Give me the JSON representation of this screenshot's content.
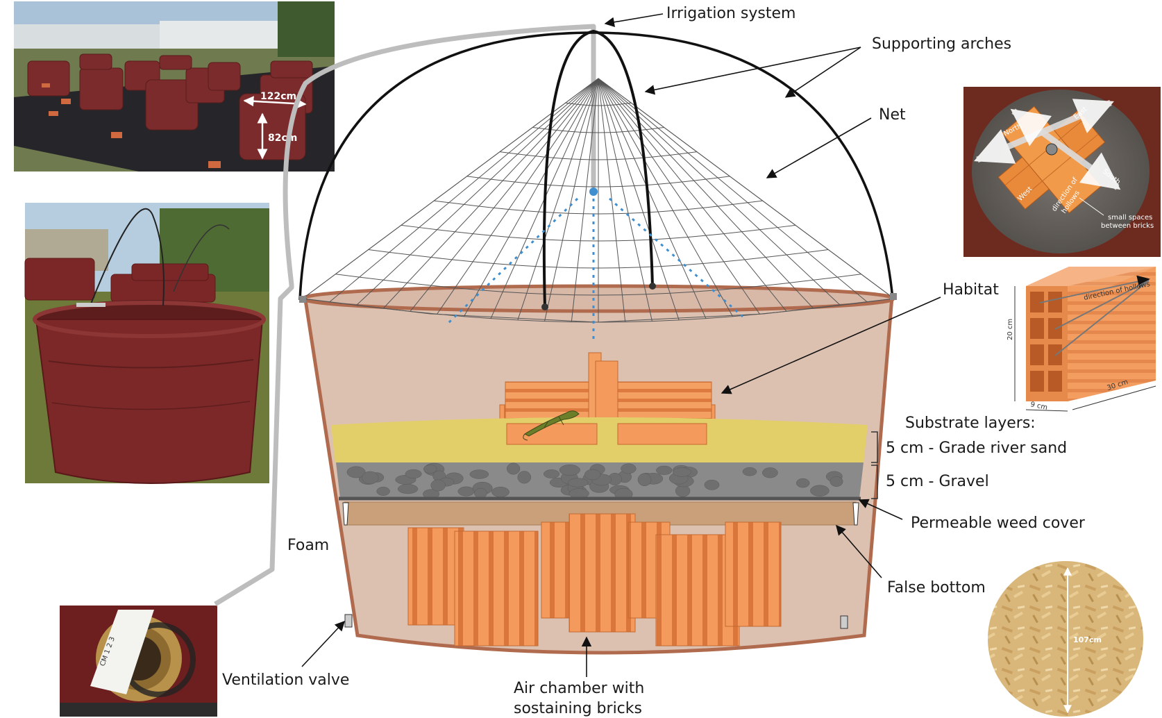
{
  "labels": {
    "irrigation": "Irrigation system",
    "arches": "Supporting arches",
    "net": "Net",
    "habitat": "Habitat",
    "substrate_title": "Substrate layers:",
    "sand": "5 cm - Grade river sand",
    "gravel": "5 cm - Gravel",
    "weed_cover": "Permeable weed cover",
    "foam": "Foam",
    "false_bottom": "False bottom",
    "ventilation": "Ventilation valve",
    "air_chamber_1": "Air chamber with",
    "air_chamber_2": "sostaining bricks"
  },
  "photos": {
    "tanks_width": "122cm",
    "tanks_height": "82cm",
    "compass_north": "North",
    "compass_east": "East",
    "compass_south": "South",
    "compass_west": "West",
    "compass_hollows_1": "direction of",
    "compass_hollows_2": "hollows",
    "compass_spaces_1": "small spaces",
    "compass_spaces_2": "between bricks",
    "brick_hollows": "direction of hollows",
    "brick_height": "20 cm",
    "brick_depth": "9 cm",
    "brick_length": "30 cm",
    "board_diameter": "107cm",
    "valve_tape": "CM 1 2 3"
  },
  "colors": {
    "tank_outline": "#b06a4e",
    "tank_fill": "#dcc0b0",
    "sand": "#e3cf6a",
    "gravel": "#8a8a8a",
    "brick": "#f0955a",
    "irrigation_pipe": "#bdbdbd",
    "water_spray": "#3f8fd0",
    "photo_tank": "#7a2a2a"
  }
}
